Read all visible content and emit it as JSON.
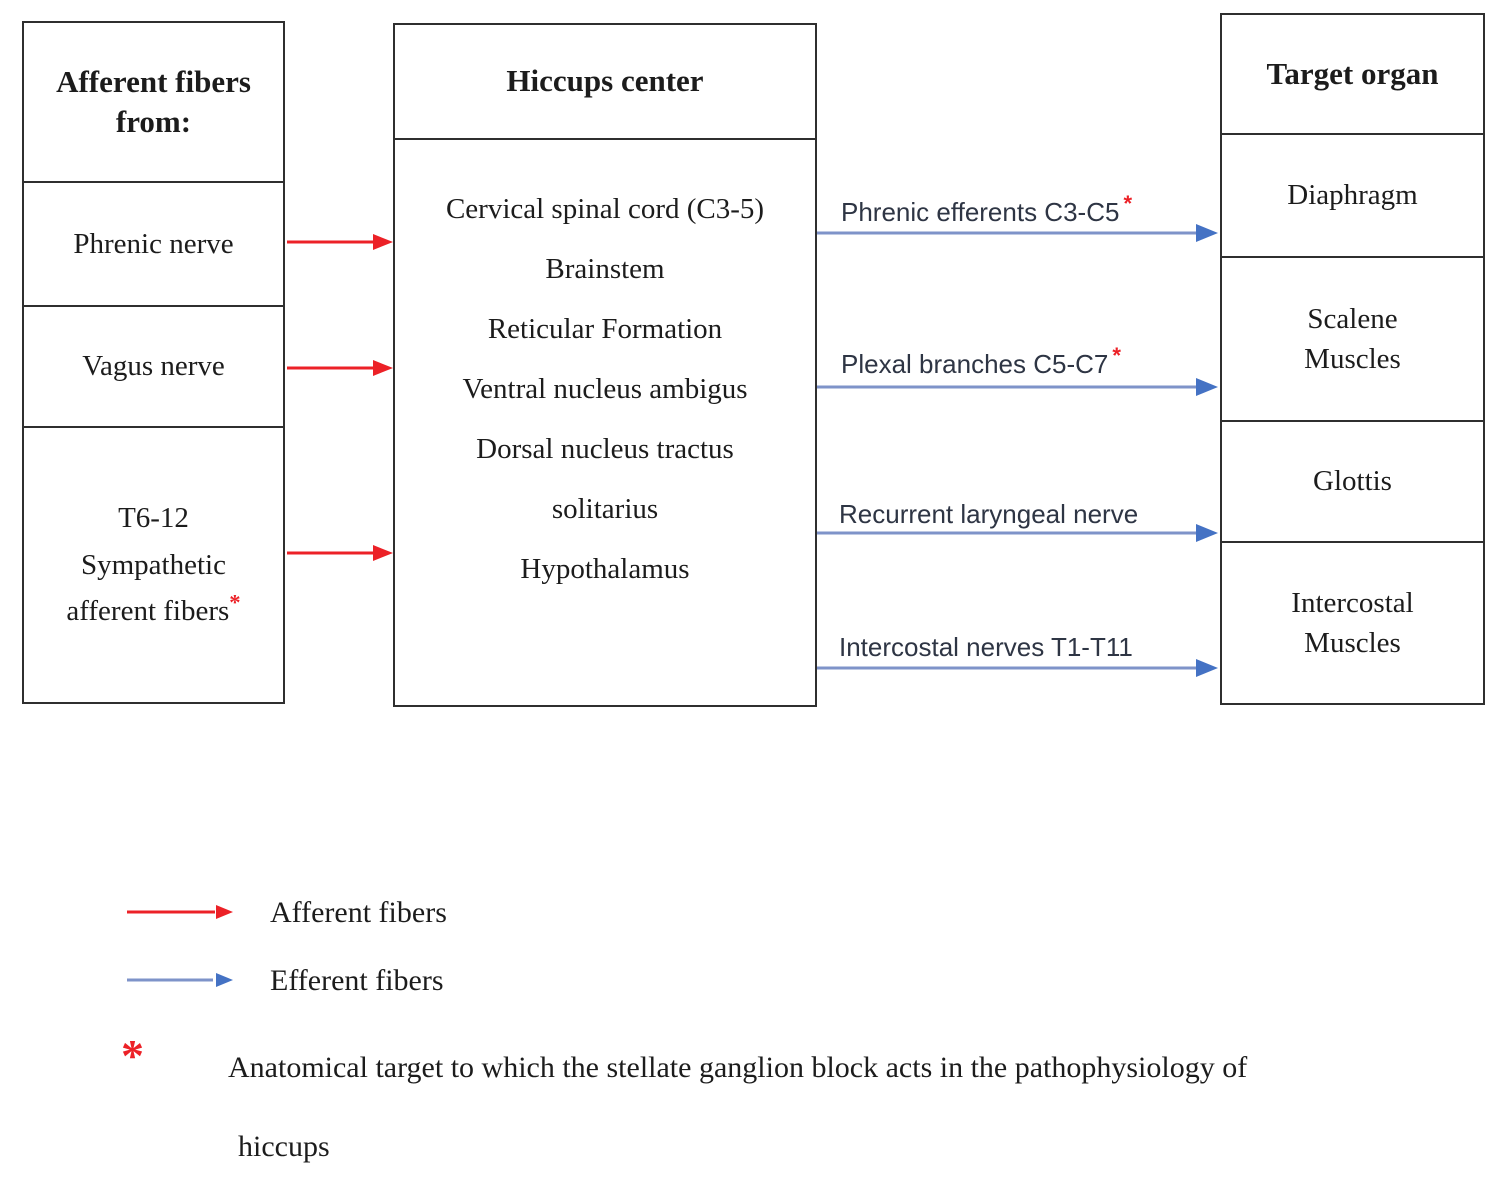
{
  "title": "Hiccups reflex arc diagram",
  "colors": {
    "afferent_red": "#ec2127",
    "efferent_line_blue": "#7e93c9",
    "efferent_head_blue": "#4472c4",
    "box_border": "#2f2f2f",
    "efferent_label_text": "#2e3544"
  },
  "afferent_column": {
    "header": "Afferent fibers\nfrom:",
    "items": [
      {
        "label": "Phrenic nerve"
      },
      {
        "label": "Vagus nerve"
      },
      {
        "label": "T6-12\nSympathetic\nafferent fibers",
        "asterisk": "*"
      }
    ]
  },
  "center_column": {
    "header": "Hiccups center",
    "lines": [
      "Cervical spinal cord (C3-5)",
      "Brainstem",
      "Reticular Formation",
      "Ventral nucleus ambigus",
      "Dorsal nucleus tractus",
      "solitarius",
      "Hypothalamus"
    ]
  },
  "target_column": {
    "header": "Target organ",
    "items": [
      {
        "label": "Diaphragm"
      },
      {
        "label": "Scalene\nMuscles"
      },
      {
        "label": "Glottis"
      },
      {
        "label": "Intercostal\nMuscles"
      }
    ]
  },
  "efferent_paths": [
    {
      "label": "Phrenic efferents C3-C5",
      "asterisk": "*"
    },
    {
      "label": "Plexal branches C5-C7",
      "asterisk": "*"
    },
    {
      "label": "Recurrent laryngeal nerve"
    },
    {
      "label": "Intercostal nerves T1-T11"
    }
  ],
  "legend": {
    "afferent_label": "Afferent fibers",
    "efferent_label": "Efferent fibers",
    "asterisk": "*",
    "note_line1": "Anatomical target to which the stellate ganglion block acts in the pathophysiology of",
    "note_line2": "hiccups"
  }
}
